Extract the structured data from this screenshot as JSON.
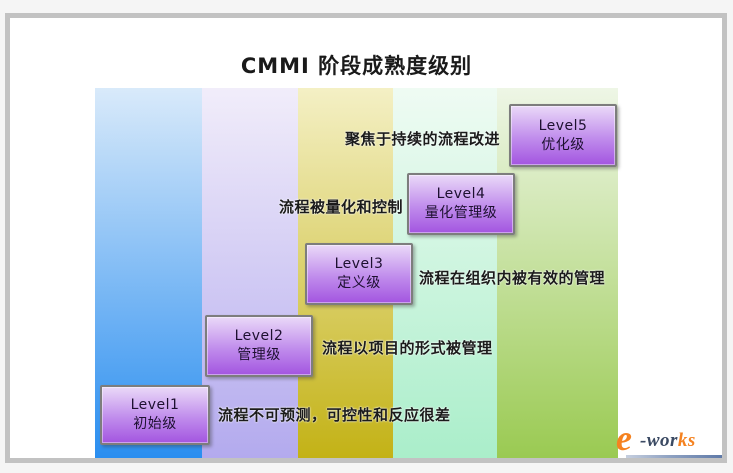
{
  "title": "CMMI 阶段成熟度级别",
  "levels": [
    {
      "label": "Level1",
      "name": "初始级",
      "desc": "流程不可预测，可控性和反应很差"
    },
    {
      "label": "Level2",
      "name": "管理级",
      "desc": "流程以项目的形式被管理"
    },
    {
      "label": "Level3",
      "name": "定义级",
      "desc": "流程在组织内被有效的管理"
    },
    {
      "label": "Level4",
      "name": "量化管理级",
      "desc": "流程被量化和控制"
    },
    {
      "label": "Level5",
      "name": "优化级",
      "desc": "聚焦于持续的流程改进"
    }
  ],
  "columns": [
    {
      "name": "column-1",
      "top": "#d9eafa",
      "bottom": "#2a8ef0"
    },
    {
      "name": "column-2",
      "top": "#f1edfa",
      "bottom": "#b3aaee"
    },
    {
      "name": "column-3",
      "top": "#f4f0c5",
      "bottom": "#c3b216"
    },
    {
      "name": "column-4",
      "top": "#effbf3",
      "bottom": "#aaeeca"
    },
    {
      "name": "column-5",
      "top": "#eef6e6",
      "bottom": "#9aca52"
    }
  ],
  "level_box": {
    "top": "#ead9f8",
    "mid": "#c08cec",
    "bottom": "#a355e0",
    "border": "#7d7d7d",
    "text_color": "#1d1030"
  },
  "logo": {
    "e": "e",
    "wor": "-wor",
    "ks": "ks",
    "orange": "#f58220",
    "dark": "#3b4a63"
  }
}
